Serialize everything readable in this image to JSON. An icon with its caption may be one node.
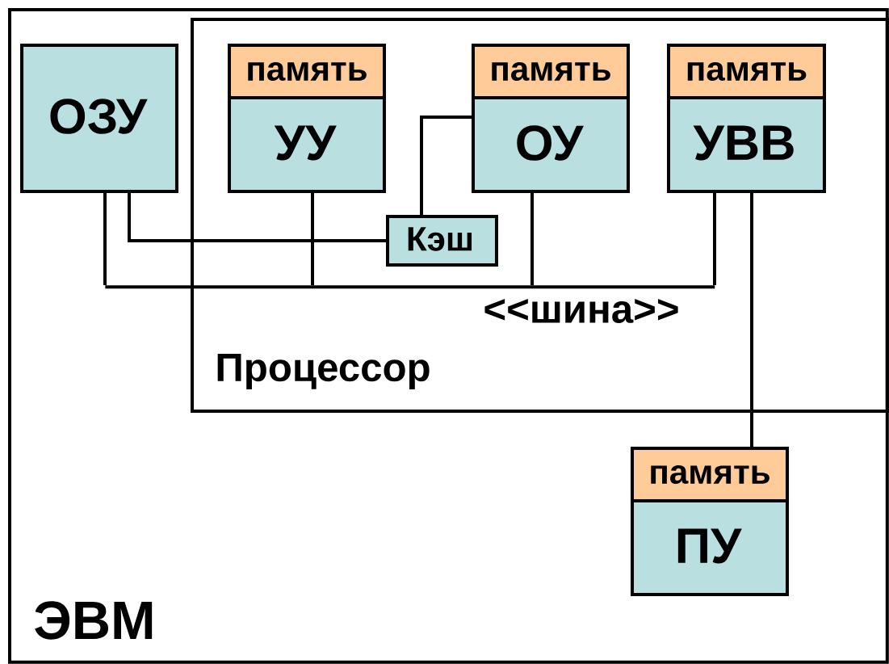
{
  "diagram": {
    "nodes": [
      {
        "text": [
          "ЭВМ"
        ]
      },
      {
        "text": [
          "Процессор"
        ],
        "in": 0
      },
      {
        "text": [
          "ОЗУ"
        ],
        "in": 0
      },
      {
        "text": [
          "память",
          "УУ"
        ],
        "in": 1
      },
      {
        "text": [
          "память",
          "ОУ"
        ],
        "in": 1
      },
      {
        "text": [
          "память",
          "УВВ"
        ],
        "in": 1
      },
      {
        "text": [
          "Кэш"
        ],
        "in": 1
      },
      {
        "text": [
          "память",
          "ПУ"
        ],
        "in": 0
      },
      {
        "text": [],
        "shape": "bar",
        "beside": [
          "<<шина>>"
        ],
        "in": 0
      }
    ],
    "edges": [
      {
        "from": 2,
        "to": 8,
        "arrow": "none"
      },
      {
        "from": 3,
        "to": 8,
        "arrow": "none"
      },
      {
        "from": 4,
        "to": 8,
        "arrow": "none"
      },
      {
        "from": 5,
        "to": 8,
        "arrow": "none"
      },
      {
        "from": 2,
        "to": 6,
        "arrow": "none"
      },
      {
        "from": 4,
        "to": 6,
        "arrow": "none"
      },
      {
        "from": 5,
        "to": 7,
        "arrow": "none"
      }
    ]
  }
}
